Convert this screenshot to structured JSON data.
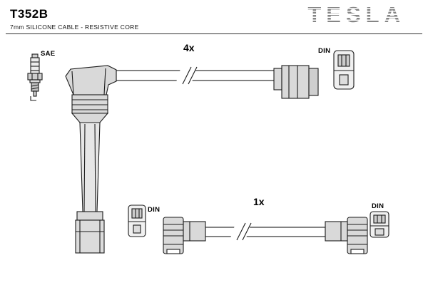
{
  "header": {
    "code": "T352B",
    "subtitle": "7mm SILICONE CABLE - RESISTIVE CORE",
    "brand": "TESLA"
  },
  "diagram": {
    "top_cable_set": {
      "quantity_label": "4x",
      "plug_end_standard": "SAE",
      "connector_end_standard": "DIN"
    },
    "bottom_cable_set": {
      "quantity_label": "1x",
      "left_connector_standard": "DIN",
      "right_connector_standard": "DIN"
    }
  },
  "colors": {
    "outline": "#1c1c1c",
    "boot_fill": "#d9d9d9",
    "brand_gray": "#8f8f8f",
    "background": "#ffffff"
  }
}
